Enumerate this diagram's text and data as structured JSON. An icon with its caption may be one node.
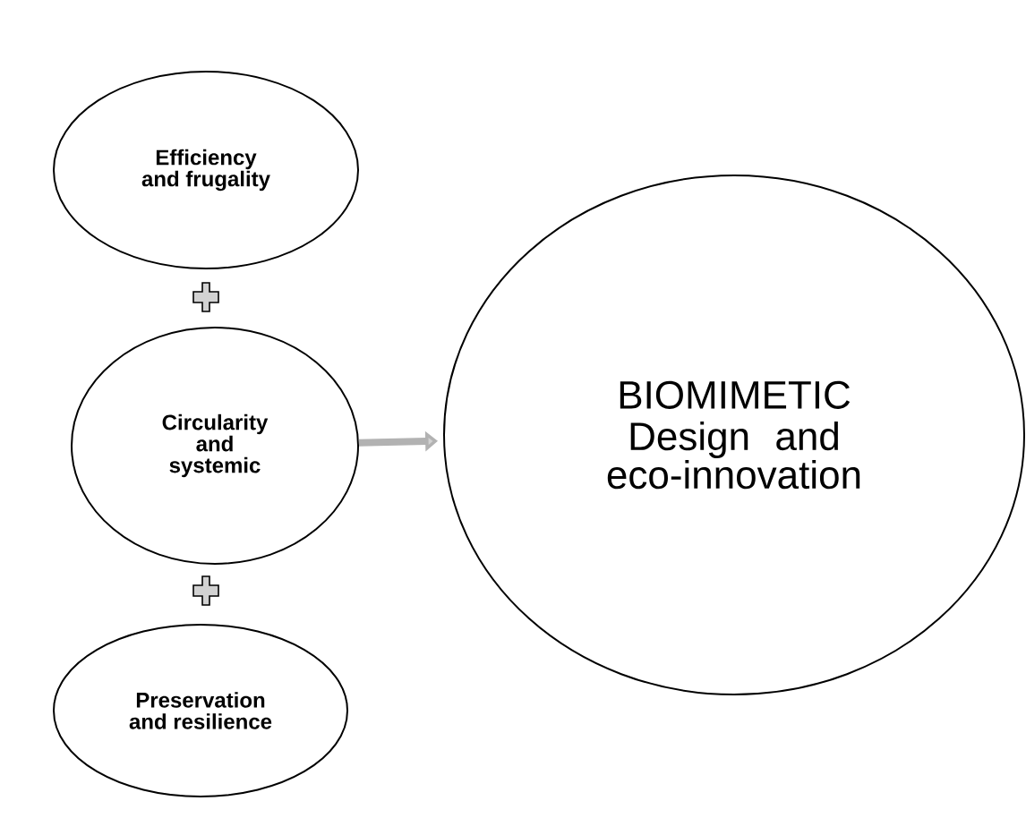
{
  "diagram": {
    "nodes": [
      {
        "text": [
          "Efficiency and frugality"
        ]
      },
      {
        "text": [
          "Circularity and systemic"
        ]
      },
      {
        "text": [
          "Preservation and resilience"
        ]
      },
      {
        "text": [
          "BIOMIMETIC",
          "Design and eco-innovation"
        ]
      }
    ],
    "edges": [
      {
        "from": 1,
        "to": 3,
        "arrow": "to"
      }
    ]
  }
}
